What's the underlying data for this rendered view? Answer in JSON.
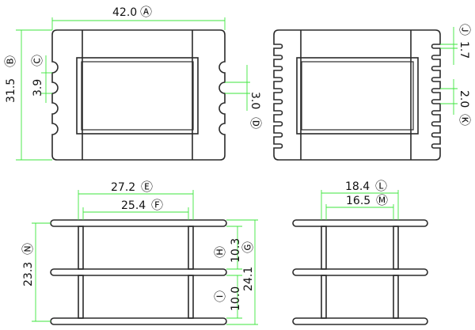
{
  "dimensions": {
    "A": {
      "value": "42.0",
      "symbol": "Ⓐ"
    },
    "B": {
      "value": "31.5",
      "symbol": "Ⓑ"
    },
    "C": {
      "value": "3.9",
      "symbol": "Ⓒ"
    },
    "D": {
      "value": "3.0",
      "symbol": "Ⓓ"
    },
    "J": {
      "value": "1.7",
      "symbol": "Ⓙ"
    },
    "K": {
      "value": "2.0",
      "symbol": "Ⓚ"
    },
    "E": {
      "value": "27.2",
      "symbol": "Ⓔ"
    },
    "F": {
      "value": "25.4",
      "symbol": "Ⓕ"
    },
    "N": {
      "value": "23.3",
      "symbol": "Ⓝ"
    },
    "H": {
      "value": "10.3",
      "symbol": "Ⓗ"
    },
    "G": {
      "value": "24.1",
      "symbol": "Ⓖ"
    },
    "I": {
      "value": "10.0",
      "symbol": "Ⓘ"
    },
    "L": {
      "value": "18.4",
      "symbol": "Ⓛ"
    },
    "M": {
      "value": "16.5",
      "symbol": "Ⓜ"
    }
  },
  "colors": {
    "outline": "#2a2a2a",
    "dimension_line": "#3ee63e",
    "text": "#111111"
  }
}
